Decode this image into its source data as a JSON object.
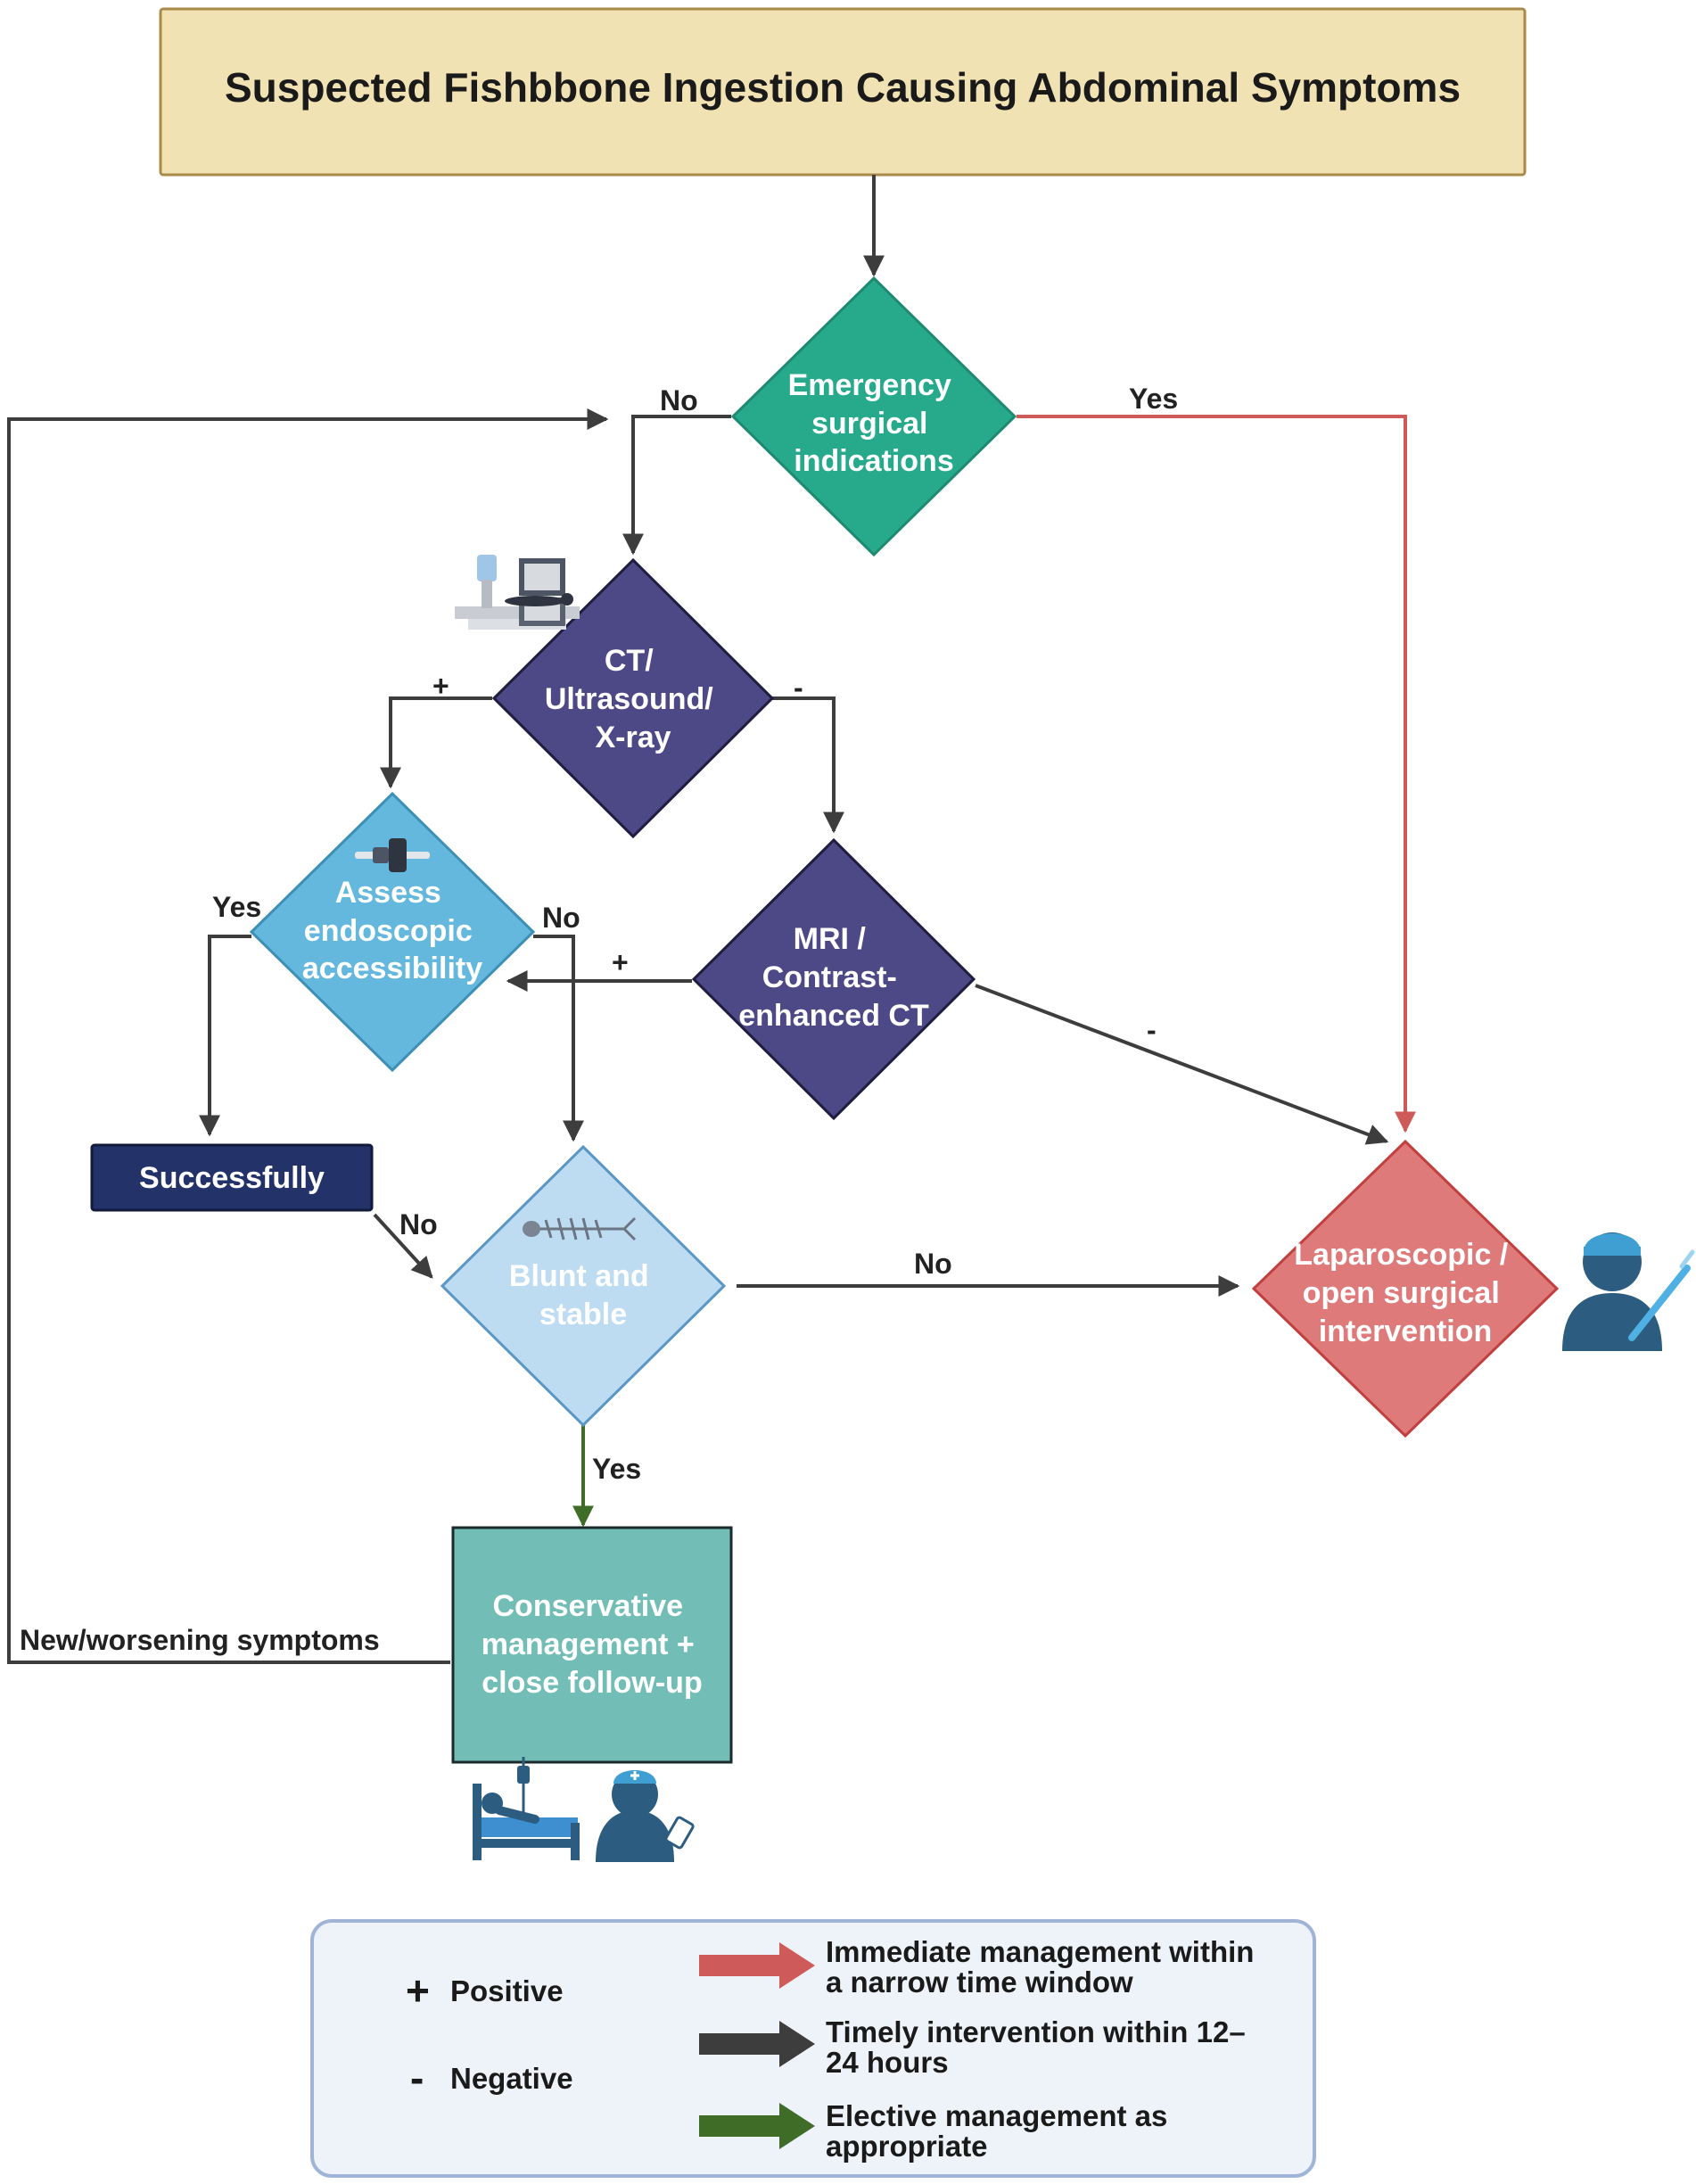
{
  "title": "Suspected Fishbbone Ingestion Causing Abdominal Symptoms",
  "nodes": {
    "emergency": [
      "Emergency",
      "surgical",
      "indications"
    ],
    "imaging": [
      "CT/",
      "Ultrasound/",
      "X-ray"
    ],
    "endoscopic": [
      "Assess",
      "endoscopic",
      "accessibility"
    ],
    "mri": [
      "MRI /",
      "Contrast-",
      "enhanced CT"
    ],
    "successfully": "Successfully",
    "blunt": [
      "Blunt and",
      "stable"
    ],
    "laparoscopic": [
      "Laparoscopic /",
      "open surgical",
      "intervention"
    ],
    "conservative": [
      "Conservative",
      "management +",
      "close follow-up"
    ]
  },
  "edge_labels": {
    "emergency_no": "No",
    "emergency_yes": "Yes",
    "imaging_pos": "+",
    "imaging_neg": "-",
    "endo_yes": "Yes",
    "endo_no": "No",
    "mri_pos": "+",
    "mri_neg": "-",
    "success_no": "No",
    "blunt_no": "No",
    "blunt_yes": "Yes",
    "loop": "New/worsening symptoms"
  },
  "icons": {
    "imaging": "ct-scanner-icon",
    "endoscopic": "endoscope-icon",
    "blunt": "fishbone-icon",
    "surgeon": "surgeon-icon",
    "patient_bed": "patient-bed-icon",
    "nurse": "nurse-icon"
  },
  "legend": {
    "positive_symbol": "+",
    "positive_label": "Positive",
    "negative_symbol": "-",
    "negative_label": "Negative",
    "red_arrow": [
      "Immediate management within",
      "a narrow time window"
    ],
    "dark_arrow": [
      "Timely intervention within 12–",
      "24 hours"
    ],
    "green_arrow": [
      "Elective management as",
      "appropriate"
    ]
  },
  "colors": {
    "title_fill": "#f1e2b3",
    "emergency": "#27a98c",
    "imaging": "#4c4986",
    "endoscopic": "#64b8dd",
    "successfully": "#233268",
    "blunt": "#bddcf2",
    "laparoscopic": "#df7a7a",
    "conservative": "#72beb6",
    "red_path": "#cf5a5a",
    "dark_path": "#3d3d3d",
    "green_path": "#3f6d28",
    "legend_fill": "#eef3f9",
    "legend_border": "#9fb4d6"
  }
}
